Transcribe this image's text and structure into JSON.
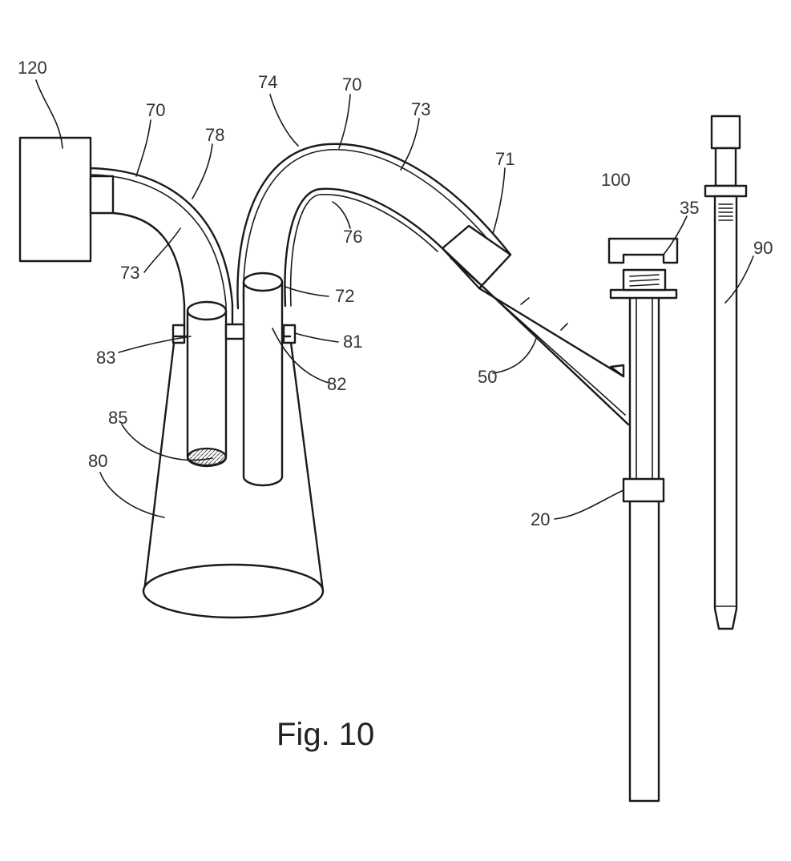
{
  "figure": {
    "caption": "Fig. 10",
    "labels": {
      "l120": "120",
      "l70_left": "70",
      "l78": "78",
      "l74": "74",
      "l70_top": "70",
      "l73_top": "73",
      "l71": "71",
      "l100": "100",
      "l35": "35",
      "l90": "90",
      "l73_left": "73",
      "l76": "76",
      "l72": "72",
      "l83": "83",
      "l81": "81",
      "l82": "82",
      "l50": "50",
      "l85": "85",
      "l80": "80",
      "l20": "20"
    }
  }
}
